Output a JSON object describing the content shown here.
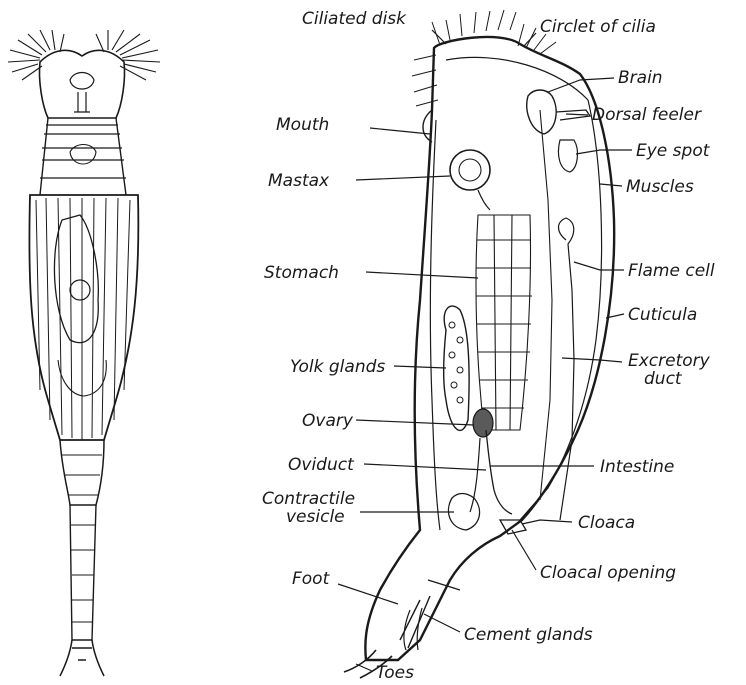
{
  "labels": {
    "ciliated_disk": "Ciliated disk",
    "circlet_of_cilia": "Circlet of cilia",
    "brain": "Brain",
    "dorsal_feeler": "Dorsal feeler",
    "mouth": "Mouth",
    "eye_spot": "Eye spot",
    "mastax": "Mastax",
    "muscles": "Muscles",
    "flame_cell": "Flame cell",
    "stomach": "Stomach",
    "cuticula": "Cuticula",
    "excretory": "Excretory",
    "duct": "duct",
    "yolk_glands": "Yolk glands",
    "ovary": "Ovary",
    "oviduct": "Oviduct",
    "intestine": "Intestine",
    "contractile": "Contractile",
    "vesicle": "vesicle",
    "cloaca": "Cloaca",
    "cloacal_opening": "Cloacal opening",
    "foot": "Foot",
    "cement_glands": "Cement glands",
    "toes": "Toes"
  }
}
